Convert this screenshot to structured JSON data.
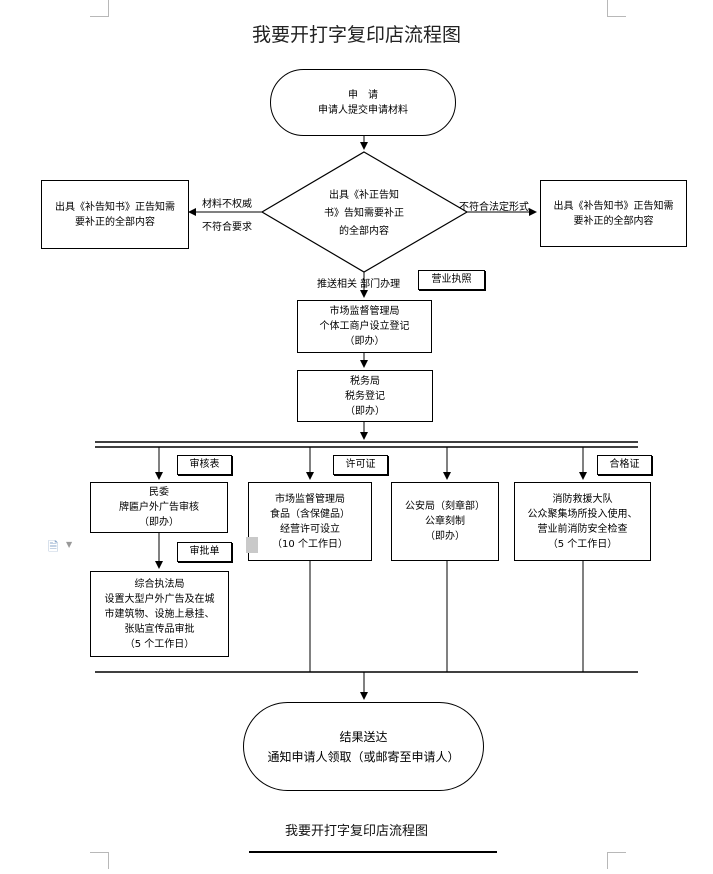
{
  "document": {
    "title": "我要开打字复印店流程图",
    "caption": "我要开打字复印店流程图"
  },
  "flowchart": {
    "start": {
      "line1": "申　请",
      "line2": "申请人提交申请材料"
    },
    "decision": {
      "line1": "出具《补正告知",
      "line2": "书》告知需要补正",
      "line3": "的全部内容"
    },
    "left_notice": {
      "line1": "出具《补告知书》正告知需",
      "line2": "要补正的全部内容"
    },
    "right_notice": {
      "line1": "出具《补告知书》正告知需",
      "line2": "要补正的全部内容"
    },
    "left_label_top": "材料不权威",
    "left_label_bottom": "不符合要求",
    "right_label": "不符合法定形式",
    "push_label": "推送相关  部门办理",
    "tag_license": "营业执照",
    "market_reg": {
      "line1": "市场监督管理局",
      "line2": "个体工商户设立登记",
      "line3": "（即办）"
    },
    "tax": {
      "line1": "税务局",
      "line2": "税务登记",
      "line3": "（即办）"
    },
    "tag_review_form": "审核表",
    "tag_permit": "许可证",
    "tag_certificate": "合格证",
    "tag_approval_form": "审批单",
    "civil_affairs": {
      "line1": "民委",
      "line2": "牌匾户外广告审核",
      "line3": "（即办）"
    },
    "market_food": {
      "line1": "市场监督管理局",
      "line2": "食品（含保健品）",
      "line3": "经营许可设立",
      "line4": "（10 个工作日）"
    },
    "police": {
      "line1": "公安局（刻章部）",
      "line2": "公章刻制",
      "line3": "（即办）"
    },
    "fire": {
      "line1": "消防救援大队",
      "line2": "公众聚集场所投入使用、",
      "line3": "营业前消防安全检查",
      "line4": "（5 个工作日）"
    },
    "law_enforcement": {
      "line1": "综合执法局",
      "line2": "设置大型户外广告及在城",
      "line3": "市建筑物、设施上悬挂、",
      "line4": "张贴宣传品审批",
      "line5": "（5 个工作日）"
    },
    "end": {
      "line1": "结果送达",
      "line2": "通知申请人领取（或邮寄至申请人）"
    }
  }
}
